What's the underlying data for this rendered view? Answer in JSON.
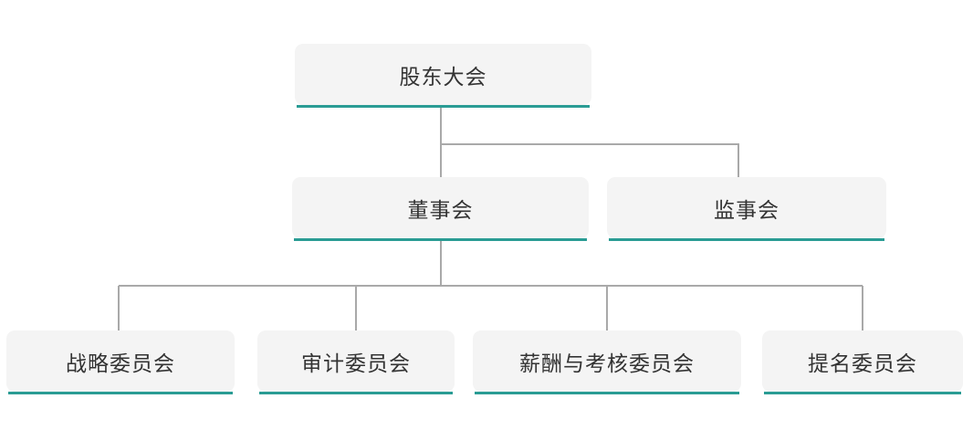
{
  "diagram": {
    "type": "org-chart",
    "nodes": {
      "root": {
        "label": "股东大会"
      },
      "board": {
        "label": "董事会"
      },
      "supervisory": {
        "label": "监事会"
      },
      "strategy": {
        "label": "战略委员会"
      },
      "audit": {
        "label": "审计委员会"
      },
      "compensation": {
        "label": "薪酬与考核委员会"
      },
      "nomination": {
        "label": "提名委员会"
      }
    },
    "edges": [
      {
        "from": "股东大会",
        "to": "董事会"
      },
      {
        "from": "股东大会",
        "to": "监事会"
      },
      {
        "from": "董事会",
        "to": "战略委员会"
      },
      {
        "from": "董事会",
        "to": "审计委员会"
      },
      {
        "from": "董事会",
        "to": "薪酬与考核委员会"
      },
      {
        "from": "董事会",
        "to": "提名委员会"
      }
    ],
    "colors": {
      "node_fill": "#f4f4f4",
      "underline_teal": "#2a9c94",
      "connector_gray": "#a9a9a9",
      "text": "#333333",
      "background": "#ffffff"
    }
  }
}
